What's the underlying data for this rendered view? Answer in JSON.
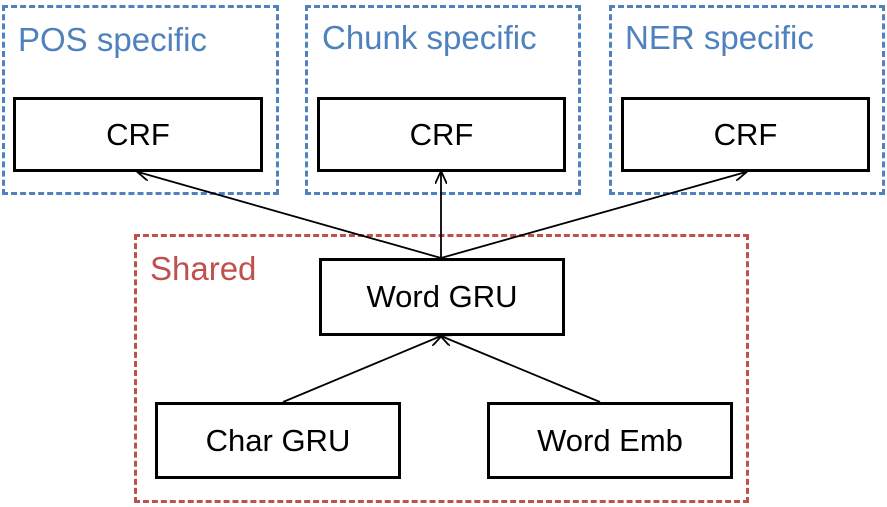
{
  "groups": {
    "pos": {
      "label": "POS specific",
      "color": "#4F81BD"
    },
    "chunk": {
      "label": "Chunk specific",
      "color": "#4F81BD"
    },
    "ner": {
      "label": "NER specific",
      "color": "#4F81BD"
    },
    "shared": {
      "label": "Shared",
      "color": "#C0504D"
    }
  },
  "nodes": {
    "pos_crf": "CRF",
    "chunk_crf": "CRF",
    "ner_crf": "CRF",
    "word_gru": "Word GRU",
    "char_gru": "Char GRU",
    "word_emb": "Word Emb"
  },
  "edges": [
    {
      "from": "char_gru",
      "to": "word_gru"
    },
    {
      "from": "word_emb",
      "to": "word_gru"
    },
    {
      "from": "word_gru",
      "to": "pos_crf"
    },
    {
      "from": "word_gru",
      "to": "chunk_crf"
    },
    {
      "from": "word_gru",
      "to": "ner_crf"
    }
  ]
}
